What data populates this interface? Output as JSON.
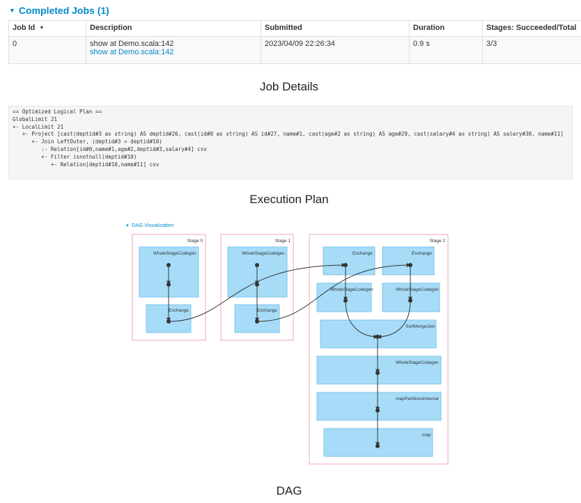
{
  "jobs": {
    "header": "Completed Jobs (1)",
    "columns": [
      "Job Id",
      "Description",
      "Submitted",
      "Duration",
      "Stages: Succeeded/Total"
    ],
    "rows": [
      {
        "job_id": "0",
        "description": "show at Demo.scala:142",
        "description_link": "show at Demo.scala:142",
        "submitted": "2023/04/09 22:26:34",
        "duration": "0.9 s",
        "stages": "3/3"
      }
    ]
  },
  "captions": {
    "job_details": "Job Details",
    "execution_plan": "Execution Plan",
    "dag": "DAG"
  },
  "plan": {
    "text": "== Optimized Logical Plan ==\nGlobalLimit 21\n+- LocalLimit 21\n   +- Project [cast(deptid#3 as string) AS deptid#26, cast(id#0 as string) AS id#27, name#1, cast(age#2 as string) AS age#29, cast(salary#4 as string) AS salary#30, name#11]\n      +- Join LeftOuter, (deptid#3 = deptid#10)\n         :- Relation[id#0,name#1,age#2,deptid#3,salary#4] csv\n         +- Filter isnotnull(deptid#10)\n            +- Relation[deptid#10,name#11] csv"
  },
  "dag": {
    "toggle_label": "DAG Visualization",
    "stages": [
      {
        "label": "Stage 0",
        "nodes": [
          "WholeStageCodegen",
          "Exchange"
        ]
      },
      {
        "label": "Stage 1",
        "nodes": [
          "WholeStageCodegen",
          "Exchange"
        ]
      },
      {
        "label": "Stage 2",
        "nodes": [
          "Exchange",
          "Exchange",
          "WholeStageCodegen",
          "WholeStageCodegen",
          "SortMergeJoin",
          "WholeStageCodegen",
          "mapPartitionsInternal",
          "map"
        ]
      }
    ],
    "colors": {
      "stage_border": "#f0a5b3",
      "node_fill": "#a6dcf8",
      "node_border": "#7fc3ea",
      "edge": "#333333"
    }
  },
  "icons": {
    "collapse": "triangle-down-icon",
    "sort": "sort-desc-icon"
  }
}
